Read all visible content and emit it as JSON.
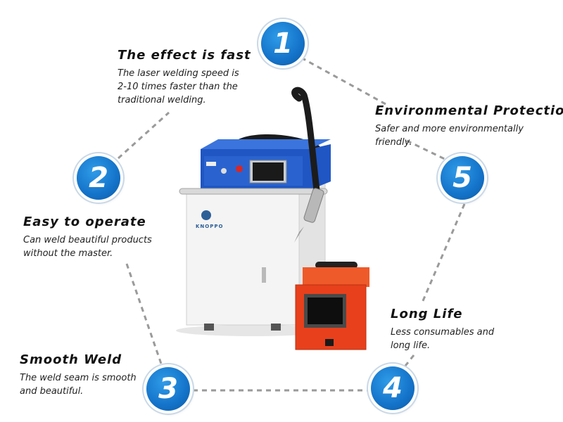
{
  "badges": [
    "1",
    "2",
    "3",
    "4",
    "5"
  ],
  "features": [
    {
      "title": "The effect is fast",
      "lines": [
        "The laser welding speed is",
        "2-10 times faster than the",
        "traditional welding."
      ]
    },
    {
      "title": "Easy to operate",
      "lines": [
        "Can weld beautiful products",
        "without the master."
      ]
    },
    {
      "title": "Smooth Weld",
      "lines": [
        "The weld seam is smooth",
        "and beautiful."
      ]
    },
    {
      "title": "Long Life",
      "lines": [
        "Less consumables and",
        "long life."
      ]
    },
    {
      "title": "Environmental Protection",
      "lines": [
        "Safer and more environmentally",
        "friendly."
      ]
    }
  ],
  "machine": {
    "brand": "KNOPPO"
  },
  "colors": {
    "badge": "#1473c9",
    "machine_blue": "#1f56c4",
    "feeder": "#e8401c",
    "connector": "#9a9a9a"
  }
}
